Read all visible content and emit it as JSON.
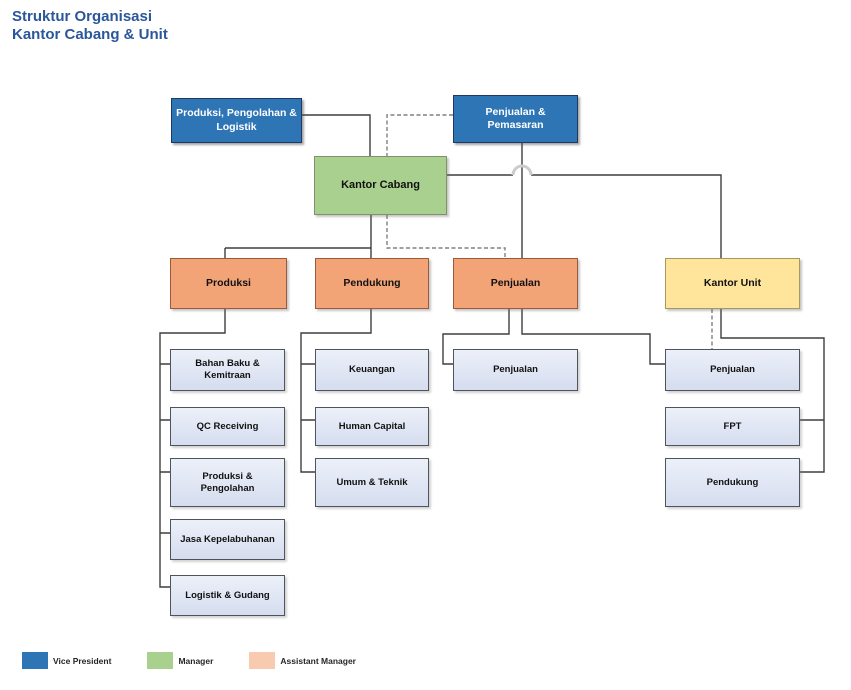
{
  "title": {
    "line1": "Struktur Organisasi",
    "line2": "Kantor Cabang & Unit"
  },
  "nodes": {
    "vp_produksi": "Produksi, Pengolahan & Logistik",
    "vp_penjualan": "Penjualan & Pemasaran",
    "kantor_cabang": "Kantor Cabang",
    "produksi": "Produksi",
    "pendukung": "Pendukung",
    "penjualan": "Penjualan",
    "kantor_unit": "Kantor Unit"
  },
  "produksi_children": [
    "Bahan Baku & Kemitraan",
    "QC Receiving",
    "Produksi & Pengolahan",
    "Jasa Kepelabuhanan",
    "Logistik & Gudang"
  ],
  "pendukung_children": [
    "Keuangan",
    "Human Capital",
    "Umum & Teknik"
  ],
  "penjualan_children": [
    "Penjualan"
  ],
  "kantor_unit_children": [
    "Penjualan",
    "FPT",
    "Pendukung"
  ],
  "legend": {
    "items": [
      {
        "label": "Vice President",
        "color": "#2E75B6"
      },
      {
        "label": "Manager",
        "color": "#A9D18E"
      },
      {
        "label": "Assistant Manager",
        "color": "#F8CBB0"
      }
    ]
  },
  "colors": {
    "vice_president": "#2E75B6",
    "manager": "#A9D08E",
    "assistant_manager": "#F2A477",
    "kantor_unit": "#FFE59B",
    "department_box": "#D9E1F2",
    "title_text": "#2B579A"
  }
}
